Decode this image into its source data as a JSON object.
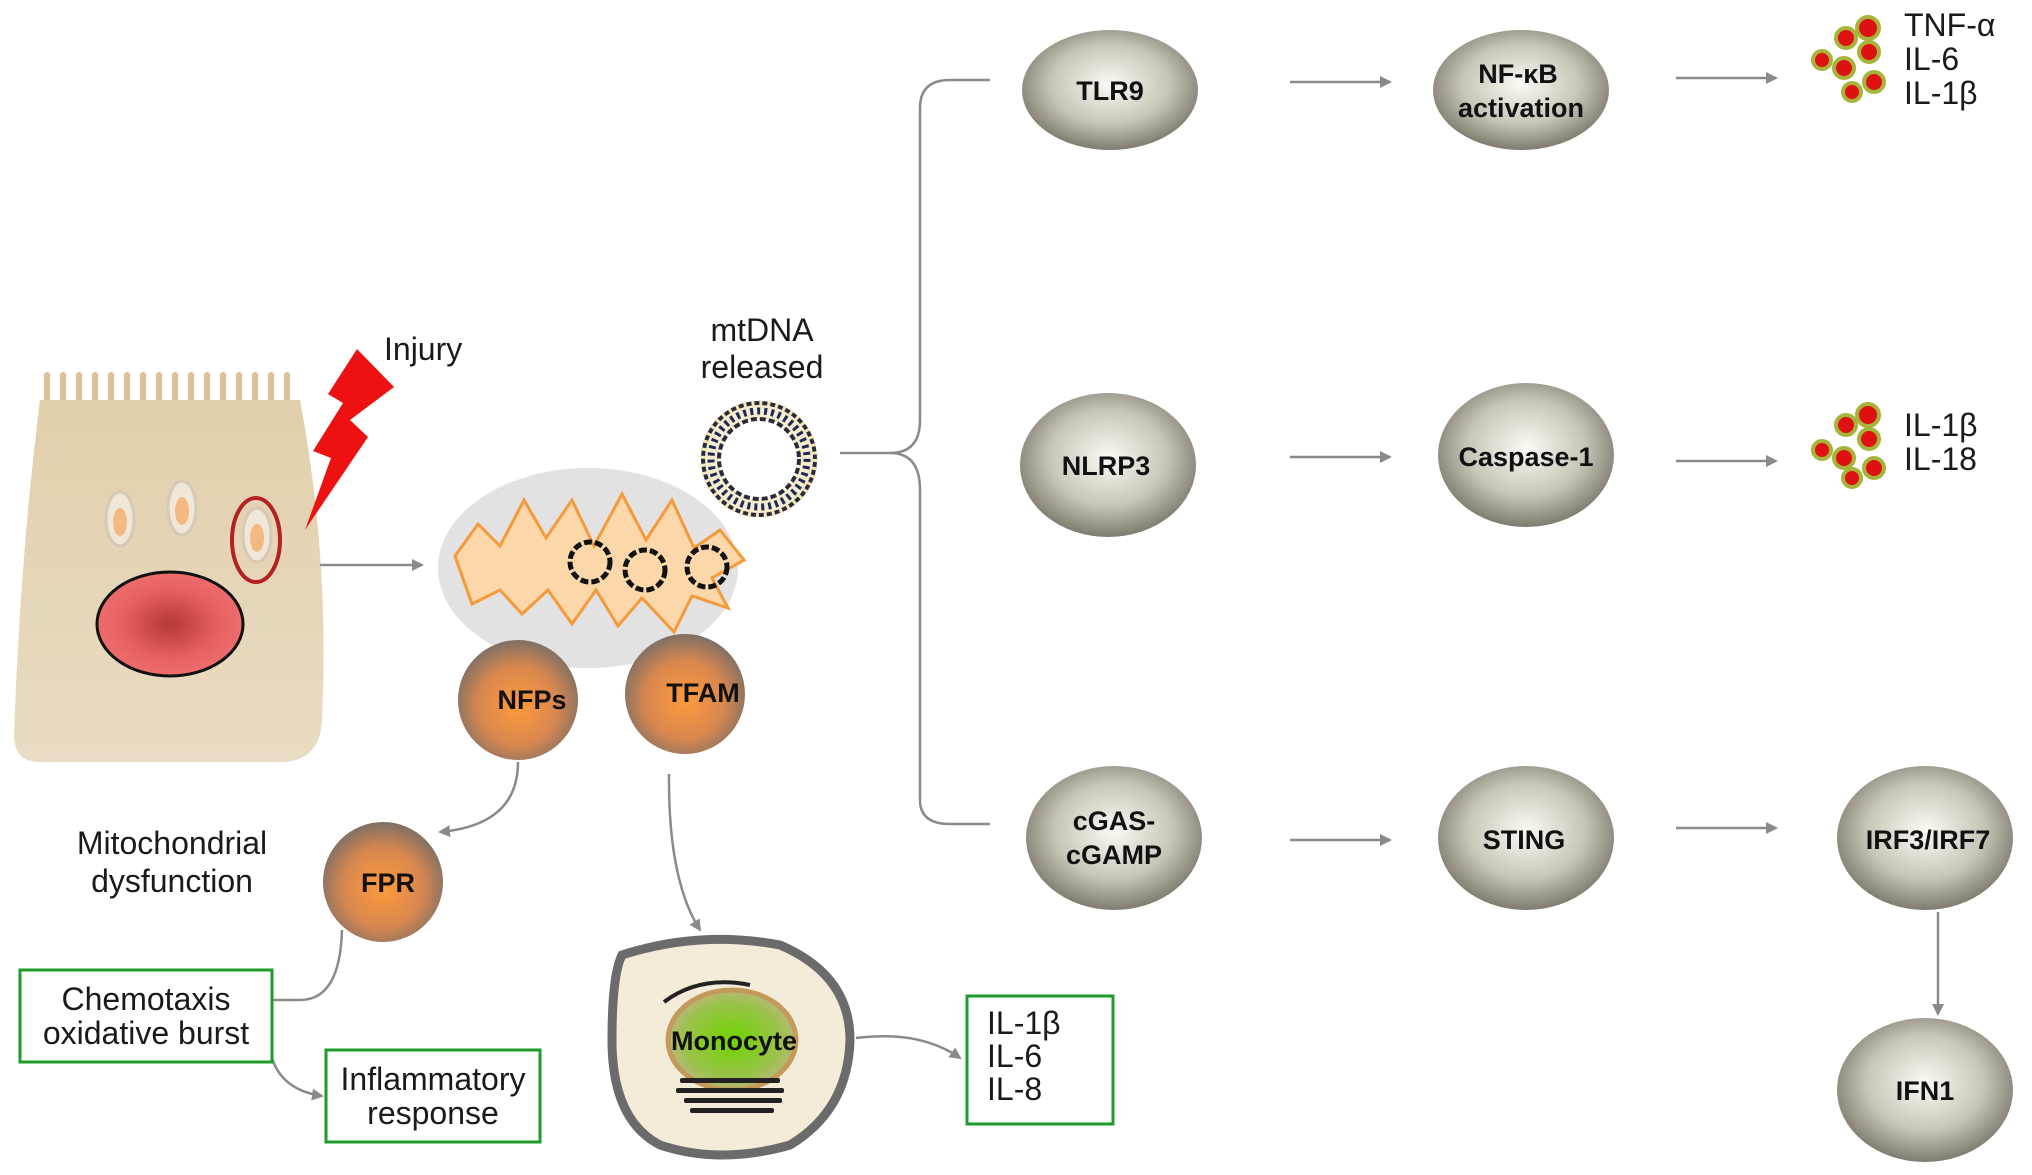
{
  "labels": {
    "injury": "Injury",
    "mtdna_line1": "mtDNA",
    "mtdna_line2": "released",
    "mito_dys_line1": "Mitochondrial",
    "mito_dys_line2": "dysfunction"
  },
  "nodes": {
    "nfps": "NFPs",
    "tfam": "TFAM",
    "fpr": "FPR",
    "monocyte": "Monocyte",
    "tlr9": "TLR9",
    "nfkb_line1": "NF-κB",
    "nfkb_line2": "activation",
    "nlrp3": "NLRP3",
    "caspase1": "Caspase-1",
    "cgas_line1": "cGAS-",
    "cgas_line2": "cGAMP",
    "sting": "STING",
    "irf": "IRF3/IRF7",
    "ifn1": "IFN1"
  },
  "boxes": {
    "chemotaxis_line1": "Chemotaxis",
    "chemotaxis_line2": "oxidative burst",
    "inflammatory_line1": "Inflammatory",
    "inflammatory_line2": "response",
    "monocyte_out": [
      "IL-1β",
      "IL-6",
      "IL-8"
    ]
  },
  "cytokines": {
    "tlr9_out": [
      "TNF-α",
      "IL-6",
      "IL-1β"
    ],
    "nlrp3_out": [
      "IL-1β",
      "IL-18"
    ]
  },
  "colors": {
    "cell_fill": "#e4d2b2",
    "nucleus": "#e05050",
    "bolt": "#ee1111",
    "gray_node": "#8a8576",
    "orange_node": "#ee8a40",
    "box_border": "#1e9b2a",
    "arrow": "#888888",
    "droplet": "#dd1111"
  }
}
